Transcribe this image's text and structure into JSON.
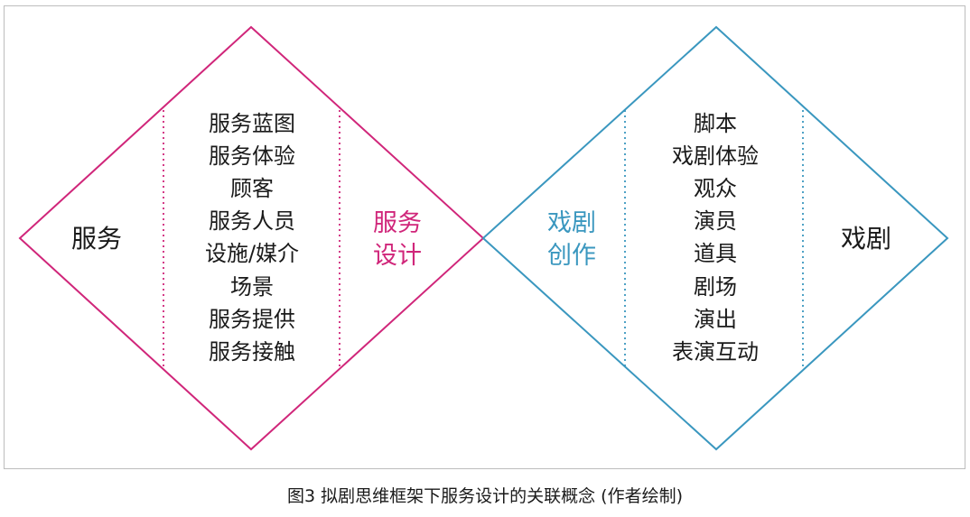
{
  "colors": {
    "service": "#D0267A",
    "drama": "#3A97BF",
    "text": "#1A1A1A",
    "frame": "#BDBDBD"
  },
  "left_diamond": {
    "outer_label": "服务",
    "inner_label": [
      "服务",
      "设计"
    ],
    "items": [
      "服务蓝图",
      "服务体验",
      "顾客",
      "服务人员",
      "设施/媒介",
      "场景",
      "服务提供",
      "服务接触"
    ]
  },
  "right_diamond": {
    "outer_label": "戏剧",
    "inner_label": [
      "戏剧",
      "创作"
    ],
    "items": [
      "脚本",
      "戏剧体验",
      "观众",
      "演员",
      "道具",
      "剧场",
      "演出",
      "表演互动"
    ]
  },
  "caption": "图3 拟剧思维框架下服务设计的关联概念 (作者绘制)"
}
